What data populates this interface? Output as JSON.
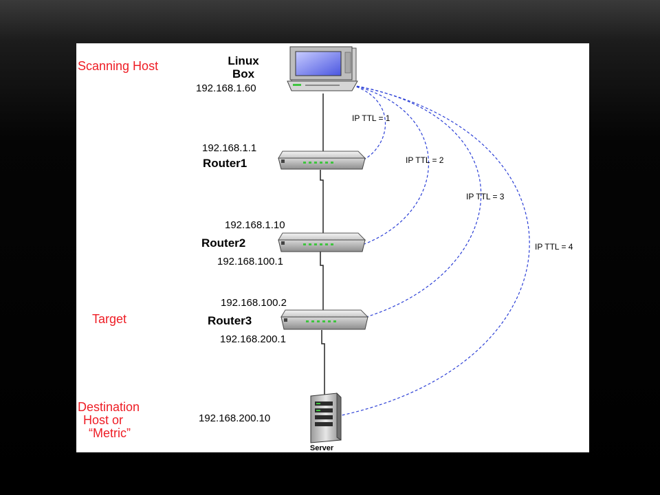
{
  "roles": {
    "scanning_host": "Scanning Host",
    "target": "Target",
    "destination_line1": "Destination",
    "destination_line2": "Host or",
    "destination_line3": "“Metric”"
  },
  "devices": {
    "linux_box_line1": "Linux",
    "linux_box_line2": "Box",
    "router1": "Router1",
    "router2": "Router2",
    "router3": "Router3",
    "server": "Server"
  },
  "ips": {
    "linux_box": "192.168.1.60",
    "router1": "192.168.1.1",
    "router2_in": "192.168.1.10",
    "router2_out": "192.168.100.1",
    "router3_in": "192.168.100.2",
    "router3_out": "192.168.200.1",
    "server": "192.168.200.10"
  },
  "ttl_labels": {
    "ttl1": "IP TTL = 1",
    "ttl2": "IP TTL = 2",
    "ttl3": "IP TTL = 3",
    "ttl4": "IP TTL = 4"
  },
  "colors": {
    "role_text": "#ee1c24",
    "probe_arc": "#2b3fd6",
    "router_led": "#3ec43e",
    "monitor_screen": "#5566ee"
  },
  "icons": [
    "computer-icon",
    "router-icon",
    "server-icon"
  ]
}
